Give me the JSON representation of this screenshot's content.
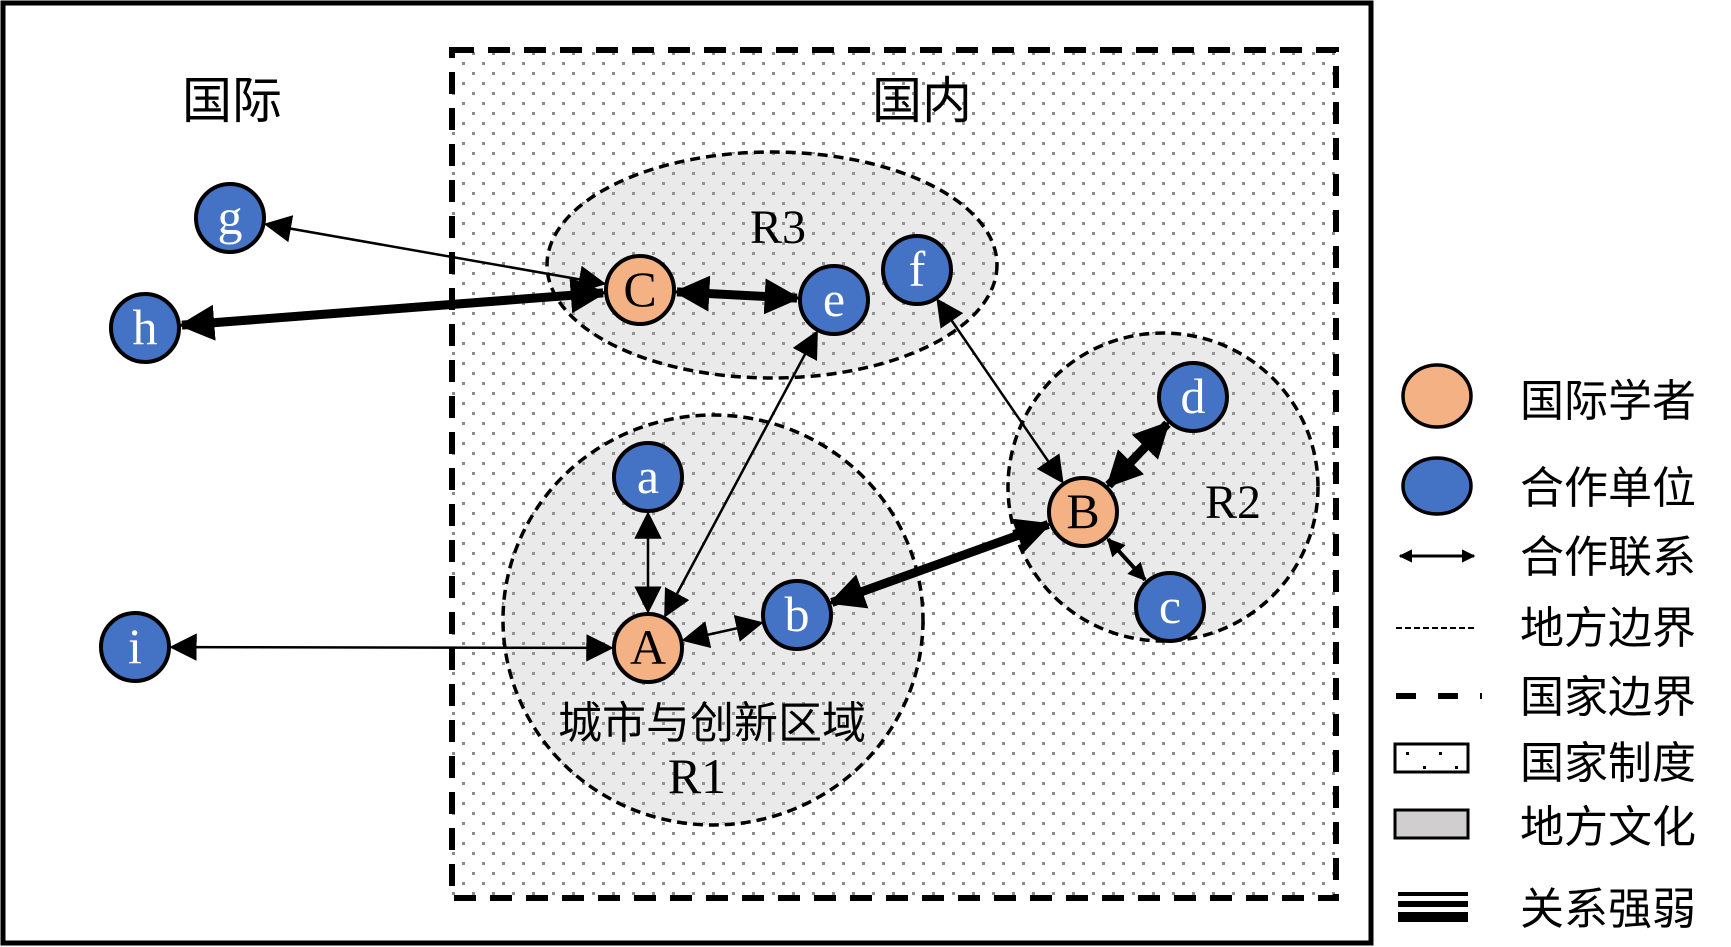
{
  "labels": {
    "international": "国际",
    "domestic": "国内",
    "region_r1_name": "城市与创新区域",
    "region_r1": "R1",
    "region_r2": "R2",
    "region_r3": "R3"
  },
  "colors": {
    "scholar": "#F4B183",
    "partner": "#4472C4",
    "region_fill": "#E7E6E6",
    "dot": "#8C8C8C",
    "legend_culture": "#D0CECE"
  },
  "nodes": [
    {
      "id": "A",
      "label": "A",
      "type": "scholar"
    },
    {
      "id": "B",
      "label": "B",
      "type": "scholar"
    },
    {
      "id": "C",
      "label": "C",
      "type": "scholar"
    },
    {
      "id": "a",
      "label": "a",
      "type": "partner"
    },
    {
      "id": "b",
      "label": "b",
      "type": "partner"
    },
    {
      "id": "c",
      "label": "c",
      "type": "partner"
    },
    {
      "id": "d",
      "label": "d",
      "type": "partner"
    },
    {
      "id": "e",
      "label": "e",
      "type": "partner"
    },
    {
      "id": "f",
      "label": "f",
      "type": "partner"
    },
    {
      "id": "g",
      "label": "g",
      "type": "partner"
    },
    {
      "id": "h",
      "label": "h",
      "type": "partner"
    },
    {
      "id": "i",
      "label": "i",
      "type": "partner"
    }
  ],
  "edges": [
    {
      "from": "C",
      "to": "g",
      "strength": "weak"
    },
    {
      "from": "C",
      "to": "h",
      "strength": "strong"
    },
    {
      "from": "C",
      "to": "e",
      "strength": "strong"
    },
    {
      "from": "A",
      "to": "e",
      "strength": "weak"
    },
    {
      "from": "A",
      "to": "a",
      "strength": "weak"
    },
    {
      "from": "A",
      "to": "b",
      "strength": "weak"
    },
    {
      "from": "A",
      "to": "i",
      "strength": "weak"
    },
    {
      "from": "B",
      "to": "b",
      "strength": "strong"
    },
    {
      "from": "B",
      "to": "f",
      "strength": "weak"
    },
    {
      "from": "B",
      "to": "d",
      "strength": "strong"
    },
    {
      "from": "B",
      "to": "c",
      "strength": "medium"
    }
  ],
  "legend": [
    {
      "key": "scholar",
      "label": "国际学者"
    },
    {
      "key": "partner",
      "label": "合作单位"
    },
    {
      "key": "link",
      "label": "合作联系"
    },
    {
      "key": "local-boundary",
      "label": "地方边界"
    },
    {
      "key": "national-boundary",
      "label": "国家边界"
    },
    {
      "key": "national-institution",
      "label": "国家制度"
    },
    {
      "key": "local-culture",
      "label": "地方文化"
    },
    {
      "key": "relation-strength",
      "label": "关系强弱"
    }
  ]
}
